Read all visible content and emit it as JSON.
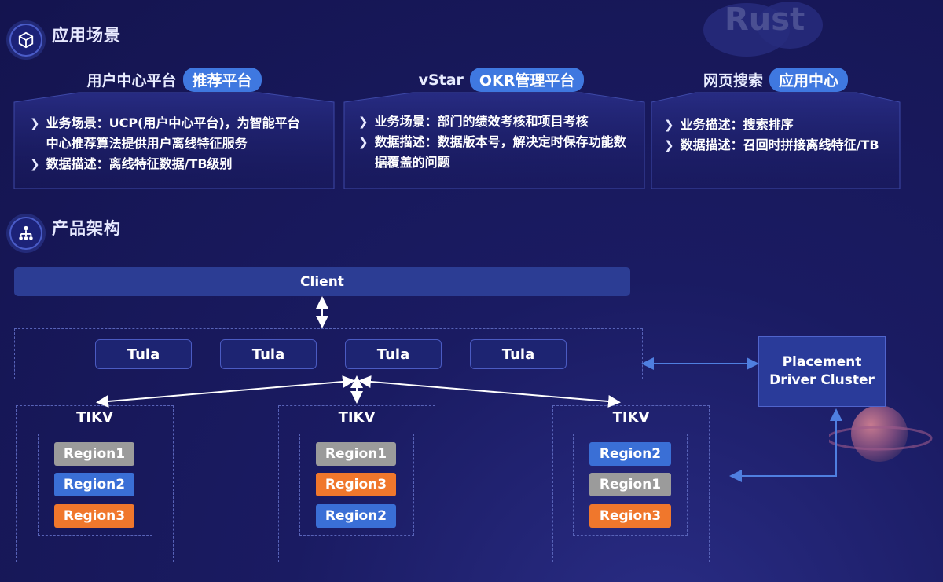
{
  "sections": {
    "scenarios_title": "应用场景",
    "architecture_title": "产品架构"
  },
  "background": {
    "rust_text": "Rust"
  },
  "cards": [
    {
      "head_text": "用户中心平台",
      "pill": "推荐平台",
      "bullets": [
        "业务场景：UCP(用户中心平台)，为智能平台中心推荐算法提供用户离线特征服务",
        "数据描述：离线特征数据/TB级别"
      ]
    },
    {
      "head_text": "vStar",
      "pill": "OKR管理平台",
      "bullets": [
        "业务场景：部门的绩效考核和项目考核",
        "数据描述：数据版本号，解决定时保存功能数据覆盖的问题"
      ]
    },
    {
      "head_text": "网页搜索",
      "pill": "应用中心",
      "bullets": [
        "业务描述：搜索排序",
        "数据描述：召回时拼接离线特征/TB"
      ]
    }
  ],
  "architecture": {
    "client": "Client",
    "tula_nodes": [
      "Tula",
      "Tula",
      "Tula",
      "Tula"
    ],
    "pd_line1": "Placement",
    "pd_line2": "Driver Cluster",
    "tikv": [
      {
        "title": "TIKV",
        "regions": [
          {
            "label": "Region1",
            "color": "#9b9b9b"
          },
          {
            "label": "Region2",
            "color": "#3a6fd6"
          },
          {
            "label": "Region3",
            "color": "#f0772c"
          }
        ]
      },
      {
        "title": "TIKV",
        "regions": [
          {
            "label": "Region1",
            "color": "#9b9b9b"
          },
          {
            "label": "Region3",
            "color": "#f0772c"
          },
          {
            "label": "Region2",
            "color": "#3a6fd6"
          }
        ]
      },
      {
        "title": "TIKV",
        "regions": [
          {
            "label": "Region2",
            "color": "#3a6fd6"
          },
          {
            "label": "Region1",
            "color": "#9b9b9b"
          },
          {
            "label": "Region3",
            "color": "#f0772c"
          }
        ]
      }
    ]
  },
  "colors": {
    "accent_blue": "#3f78e0",
    "region_gray": "#9b9b9b",
    "region_blue": "#3a6fd6",
    "region_orange": "#f0772c",
    "arrow_white": "#ffffff",
    "arrow_blue": "#4f7fe0"
  },
  "icons": [
    "cube-icon",
    "hierarchy-icon",
    "chevron-right-icon"
  ]
}
